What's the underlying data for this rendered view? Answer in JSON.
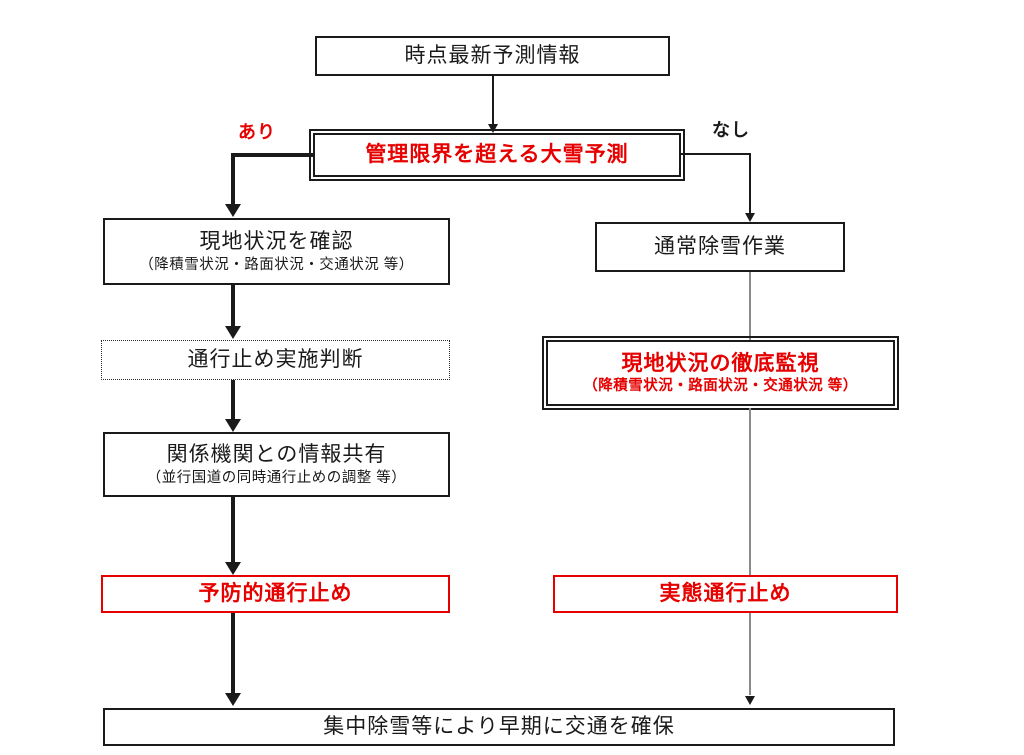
{
  "flow": {
    "forecast": "時点最新予測情報",
    "threshold": "管理限界を超える大雪予測",
    "branch_left": "あり",
    "branch_right": "なし",
    "site_check_title": "現地状況を確認",
    "site_check_sub": "（降積雪状況・路面状況・交通状況 等）",
    "closure_decision": "通行止め実施判断",
    "info_share_title": "関係機関との情報共有",
    "info_share_sub": "（並行国道の同時通行止めの調整 等）",
    "preventive_closure": "予防的通行止め",
    "normal_snow_removal": "通常除雪作業",
    "monitoring_title": "現地状況の徹底監視",
    "monitoring_sub": "（降積雪状況・路面状況・交通状況 等）",
    "actual_closure": "実態通行止め",
    "goal": "集中除雪等により早期に交通を確保"
  },
  "colors": {
    "accent_red": "#e60000",
    "line_black": "#1a1a1a",
    "line_gray": "#8a8a8a"
  }
}
